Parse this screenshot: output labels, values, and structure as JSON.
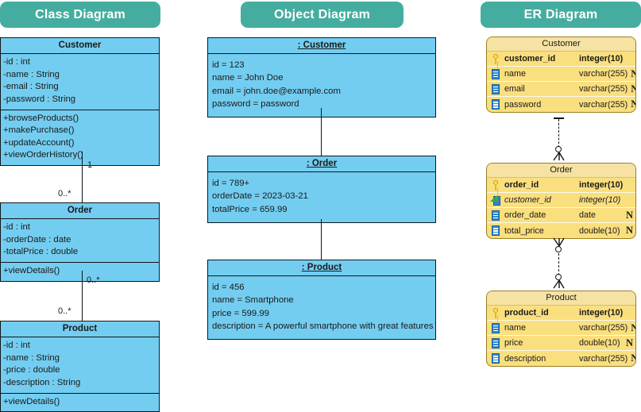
{
  "banners": [
    {
      "label": "Class Diagram"
    },
    {
      "label": "Object Diagram"
    },
    {
      "label": "ER Diagram"
    }
  ],
  "class_diagram": {
    "classes": [
      {
        "name": "Customer",
        "attributes": [
          "-id : int",
          "-name : String",
          "-email : String",
          "-password : String"
        ],
        "methods": [
          "+browseProducts()",
          "+makePurchase()",
          "+updateAccount()",
          "+viewOrderHistory()"
        ]
      },
      {
        "name": "Order",
        "attributes": [
          "-id : int",
          "-orderDate : date",
          "-totalPrice : double"
        ],
        "methods": [
          "+viewDetails()"
        ]
      },
      {
        "name": "Product",
        "attributes": [
          "-id : int",
          "-name : String",
          "-price : double",
          "-description : String"
        ],
        "methods": [
          "+viewDetails()"
        ]
      }
    ],
    "associations": [
      {
        "from": "Customer",
        "to": "Order",
        "source_multiplicity": "1",
        "target_multiplicity": "0..*"
      },
      {
        "from": "Order",
        "to": "Product",
        "source_multiplicity": "0..*",
        "target_multiplicity": "0..*"
      }
    ]
  },
  "object_diagram": {
    "objects": [
      {
        "name": ": Customer",
        "slots": [
          "id = 123",
          "name = John Doe",
          "email = john.doe@example.com",
          "password = password"
        ]
      },
      {
        "name": ": Order",
        "slots": [
          "id = 789+",
          "orderDate = 2023-03-21",
          "totalPrice = 659.99"
        ]
      },
      {
        "name": ": Product",
        "slots": [
          "id = 456",
          "name = Smartphone",
          "price = 599.99",
          "description = A powerful smartphone with great features"
        ]
      }
    ]
  },
  "er_diagram": {
    "tables": [
      {
        "name": "Customer",
        "columns": [
          {
            "icon": "key-icon",
            "name": "customer_id",
            "type": "integer(10)",
            "nullable": "",
            "role": "pk"
          },
          {
            "icon": "column-icon",
            "name": "name",
            "type": "varchar(255)",
            "nullable": "N",
            "role": "col"
          },
          {
            "icon": "column-icon",
            "name": "email",
            "type": "varchar(255)",
            "nullable": "N",
            "role": "col"
          },
          {
            "icon": "column-icon",
            "name": "password",
            "type": "varchar(255)",
            "nullable": "N",
            "role": "col"
          }
        ]
      },
      {
        "name": "Order",
        "columns": [
          {
            "icon": "key-icon",
            "name": "order_id",
            "type": "integer(10)",
            "nullable": "",
            "role": "pk"
          },
          {
            "icon": "foreign-key-icon",
            "name": "customer_id",
            "type": "integer(10)",
            "nullable": "",
            "role": "fk"
          },
          {
            "icon": "column-icon",
            "name": "order_date",
            "type": "date",
            "nullable": "N",
            "role": "col"
          },
          {
            "icon": "column-icon",
            "name": "total_price",
            "type": "double(10)",
            "nullable": "N",
            "role": "col"
          }
        ]
      },
      {
        "name": "Product",
        "columns": [
          {
            "icon": "key-icon",
            "name": "product_id",
            "type": "integer(10)",
            "nullable": "",
            "role": "pk"
          },
          {
            "icon": "column-icon",
            "name": "name",
            "type": "varchar(255)",
            "nullable": "N",
            "role": "col"
          },
          {
            "icon": "column-icon",
            "name": "price",
            "type": "double(10)",
            "nullable": "N",
            "role": "col"
          },
          {
            "icon": "column-icon",
            "name": "description",
            "type": "varchar(255)",
            "nullable": "N",
            "role": "col"
          }
        ]
      }
    ],
    "relationships": [
      {
        "from": "Customer",
        "to": "Order",
        "from_cardinality": "one",
        "to_cardinality": "zero-or-many"
      },
      {
        "from": "Order",
        "to": "Product",
        "from_cardinality": "zero-or-many",
        "to_cardinality": "zero-or-many"
      }
    ]
  },
  "colors": {
    "banner": "#45ada0",
    "uml_fill": "#73cdf0",
    "er_fill": "#fadf7f",
    "er_title_fill": "#f6e3a3",
    "stroke": "#10161c"
  }
}
